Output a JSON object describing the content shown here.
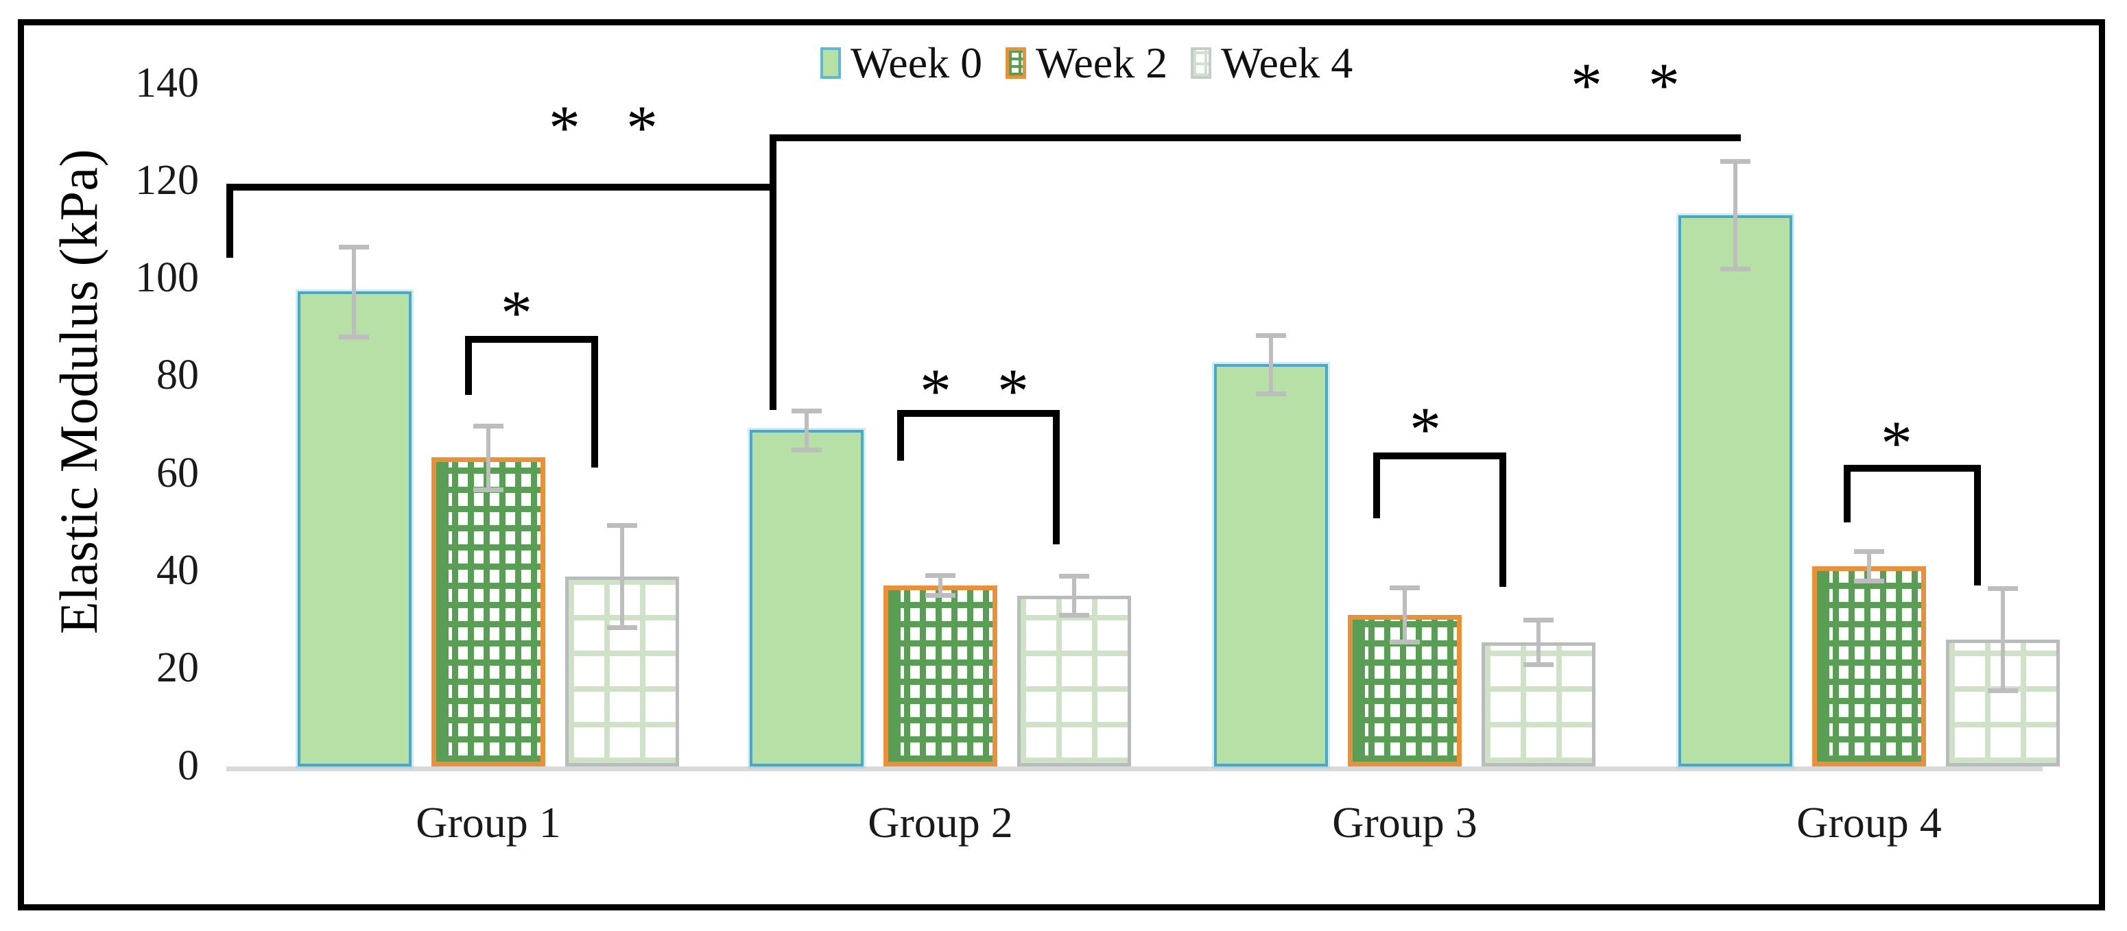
{
  "chart_data": {
    "type": "bar",
    "title": "",
    "xlabel": "",
    "ylabel": "Elastic Modulus (kPa)",
    "ylim": [
      0,
      140
    ],
    "ytick_values": [
      140,
      120,
      100,
      80,
      60,
      40,
      20,
      0
    ],
    "ytick_labels": [
      "140",
      "120",
      "100",
      "80",
      "60",
      "40",
      "20",
      "0"
    ],
    "grid": false,
    "legend_position": "top-center",
    "categories": [
      "Group 1",
      "Group 2",
      "Group 3",
      "Group 4"
    ],
    "series": [
      {
        "name": "Week 0",
        "fill": "#b6e0a6",
        "border": "#4ba8c4",
        "pattern": "solid",
        "values": [
          97.5,
          69.0,
          82.5,
          113.0
        ],
        "errors": [
          9.8,
          4.5,
          6.5,
          11.5
        ]
      },
      {
        "name": "Week 2",
        "fill": "#5a9e55",
        "border": "#e8913a",
        "pattern": "brick",
        "values": [
          63.5,
          37.0,
          31.0,
          41.0
        ],
        "errors": [
          7.0,
          2.5,
          6.0,
          3.5
        ]
      },
      {
        "name": "Week 4",
        "fill": "#cfe2c8",
        "border": "#b8bcbc",
        "pattern": "grid",
        "values": [
          39.0,
          35.0,
          25.5,
          26.0
        ],
        "errors": [
          11.0,
          4.5,
          5.0,
          11.0
        ]
      }
    ],
    "annotations": [
      {
        "id": "ann-top",
        "label": "* *",
        "from": "Group 1 / Week 0",
        "to": "Group 4 / Week 0"
      },
      {
        "id": "ann-g1-inner",
        "label": "*",
        "from": "Group 1 / Week 2",
        "to": "Group 1 / Week 4"
      },
      {
        "id": "ann-g2-inner",
        "label": "* *",
        "from": "Group 2 / Week 2",
        "to": "Group 2 / Week 4"
      },
      {
        "id": "ann-g3-inner",
        "label": "*",
        "from": "Group 3 / Week 2",
        "to": "Group 3 / Week 4"
      },
      {
        "id": "ann-g4-inner",
        "label": "*",
        "from": "Group 4 / Week 2",
        "to": "Group 4 / Week 4"
      }
    ]
  },
  "legend": {
    "items": [
      {
        "label": "Week 0"
      },
      {
        "label": "Week 2"
      },
      {
        "label": "Week 4"
      }
    ]
  },
  "axis": {
    "y_title": "Elastic Modulus (kPa)",
    "y_ticks": [
      "140",
      "120",
      "100",
      "80",
      "60",
      "40",
      "20",
      "0"
    ],
    "x_ticks": [
      "Group 1",
      "Group 2",
      "Group 3",
      "Group 4"
    ]
  },
  "annotation_labels": {
    "top": "* *",
    "g1": "*",
    "g2": "* *",
    "g3": "*",
    "g4": "*"
  }
}
